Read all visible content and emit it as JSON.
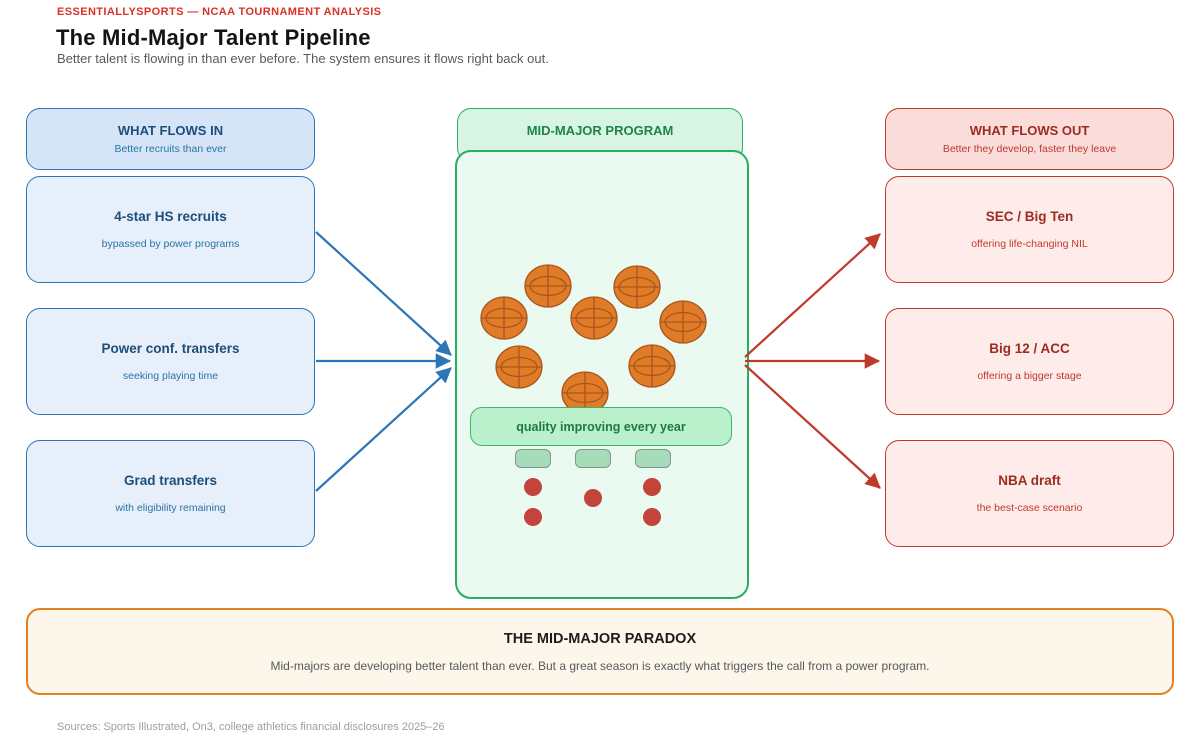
{
  "header": {
    "eyebrow": "ESSENTIALLYSPORTS — NCAA TOURNAMENT ANALYSIS",
    "title": "The Mid-Major Talent Pipeline",
    "subtitle": "Better talent is flowing in than ever before. The system ensures it flows right back out."
  },
  "flows_in": {
    "header": {
      "title": "WHAT FLOWS IN",
      "subtitle": "Better recruits than ever"
    },
    "items": [
      {
        "title": "4-star HS recruits",
        "subtitle": "bypassed by power programs"
      },
      {
        "title": "Power conf. transfers",
        "subtitle": "seeking playing time"
      },
      {
        "title": "Grad transfers",
        "subtitle": "with eligibility remaining"
      }
    ]
  },
  "program": {
    "title": "MID-MAJOR PROGRAM",
    "quality_label": "quality improving every year",
    "icons": {
      "basketball": "basketball-icon",
      "bench_seat": "bench-pill",
      "player": "player-dot"
    },
    "basketball_count": 8,
    "bench_pill_count": 3,
    "player_dot_count": 5
  },
  "flows_out": {
    "header": {
      "title": "WHAT FLOWS OUT",
      "subtitle": "Better they develop, faster they leave"
    },
    "items": [
      {
        "title": "SEC / Big Ten",
        "subtitle": "offering life-changing NIL"
      },
      {
        "title": "Big 12 / ACC",
        "subtitle": "offering a bigger stage"
      },
      {
        "title": "NBA draft",
        "subtitle": "the best-case scenario"
      }
    ]
  },
  "paradox": {
    "title": "THE MID-MAJOR PARADOX",
    "text": "Mid-majors are developing better talent than ever. But a great season is exactly what triggers the call from a power program."
  },
  "footer": {
    "sources": "Sources: Sports Illustrated, On3, college athletics financial disclosures 2025–26"
  },
  "colors": {
    "accent_red": "#c0392b",
    "accent_blue": "#2e75b6",
    "accent_green": "#27ae60",
    "accent_orange": "#e67e22",
    "eyebrow_red": "#d93226",
    "ball_orange": "#e07b27",
    "ball_seam": "#a9561c",
    "player_dot_red": "#c2443b"
  }
}
